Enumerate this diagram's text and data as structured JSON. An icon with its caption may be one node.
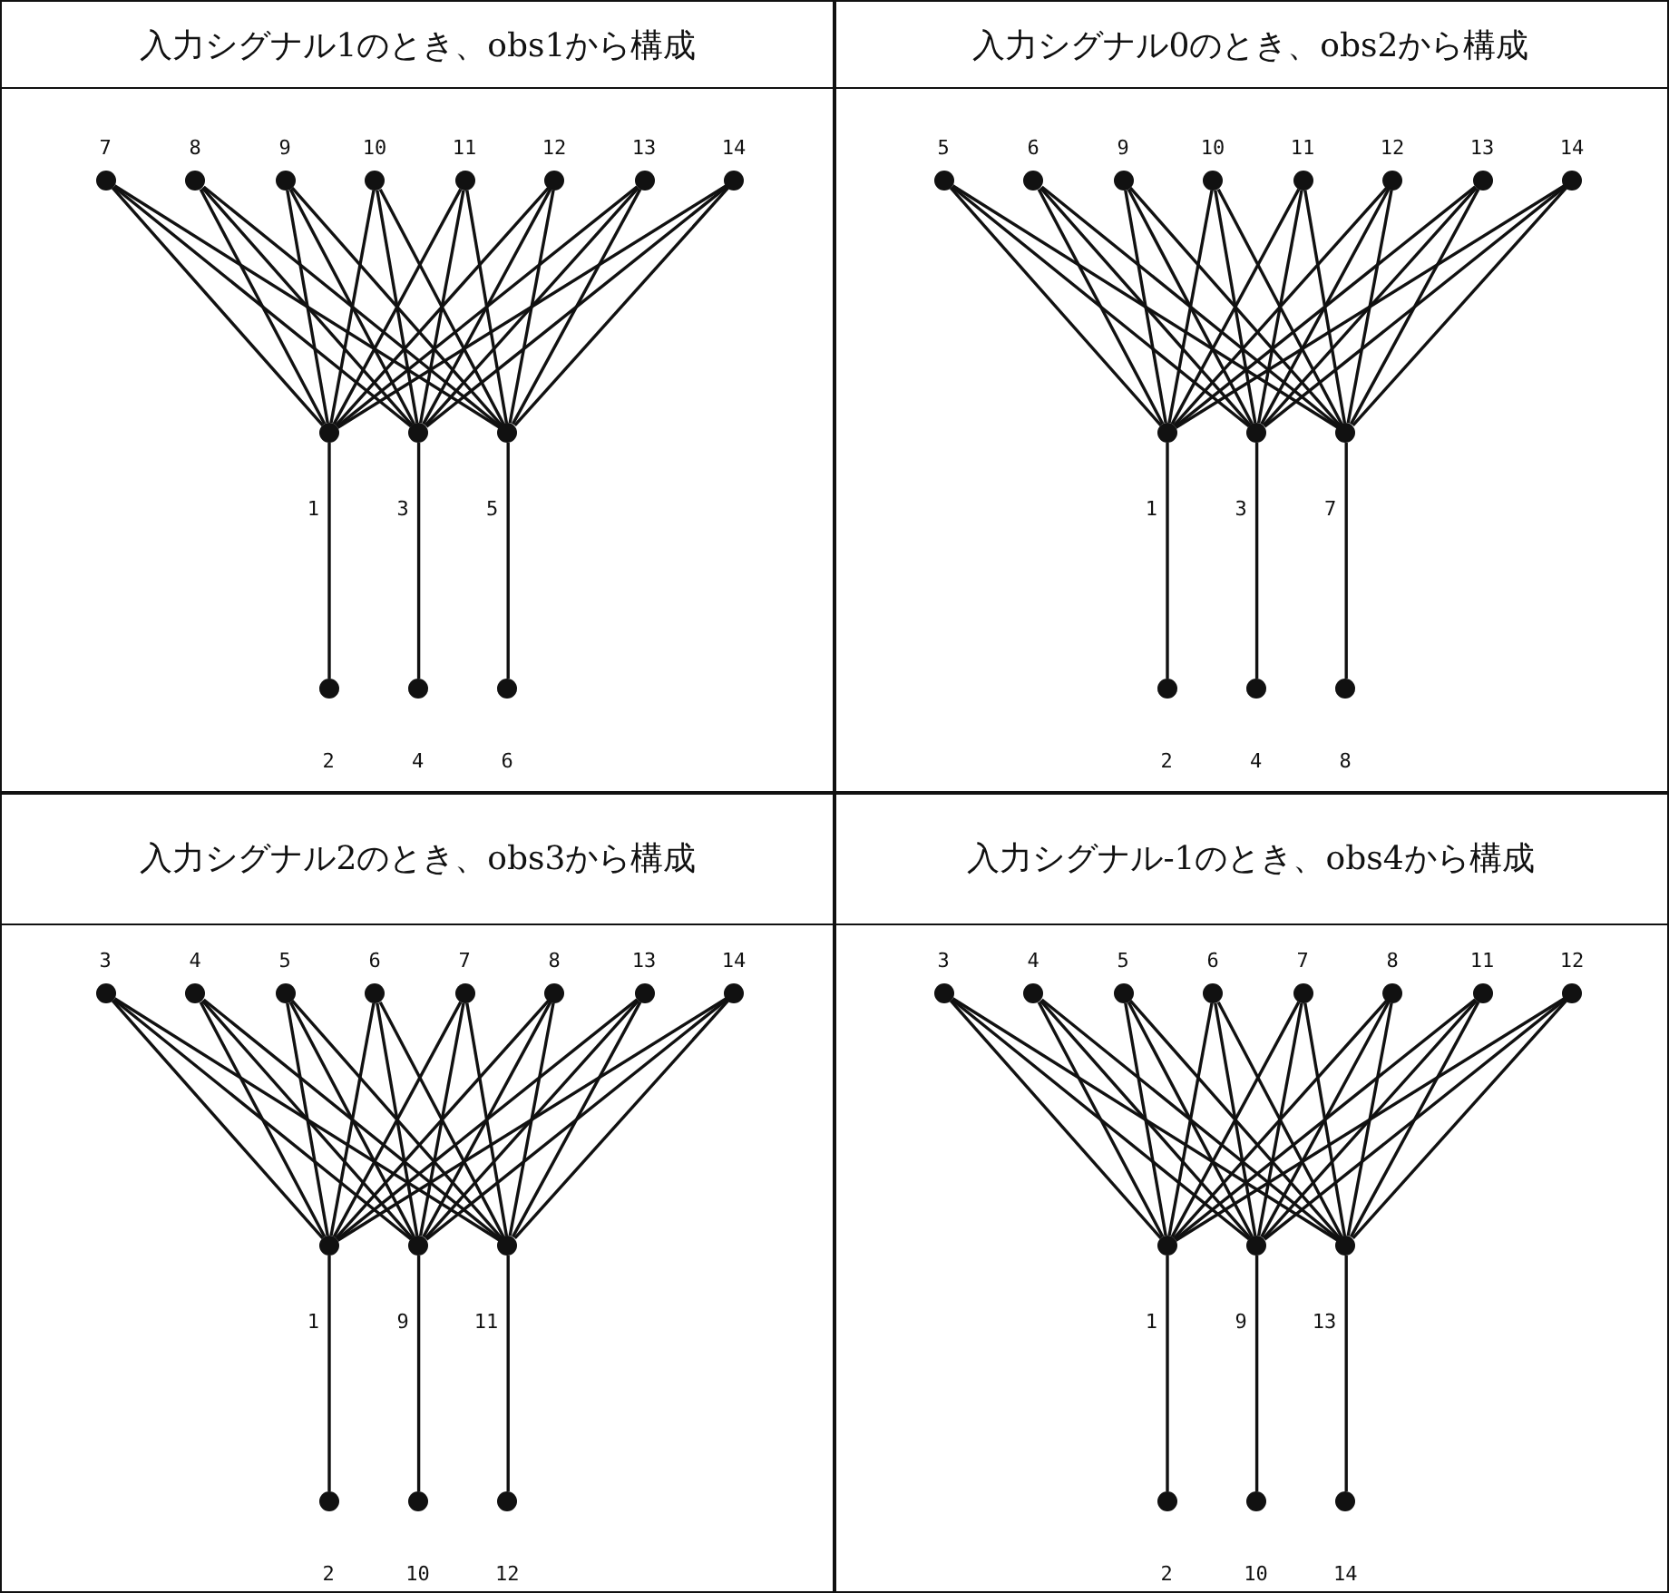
{
  "diagram": {
    "nodes": [
      {
        "text": [
          "入力シグナル1のとき、obs1から構成"
        ]
      },
      {
        "text": [],
        "shape": "circle",
        "beside": [
          "7"
        ],
        "in": 0
      },
      {
        "text": [],
        "shape": "circle",
        "beside": [
          "8"
        ],
        "in": 0
      },
      {
        "text": [],
        "shape": "circle",
        "beside": [
          "9"
        ],
        "in": 0
      },
      {
        "text": [],
        "shape": "circle",
        "beside": [
          "10"
        ],
        "in": 0
      },
      {
        "text": [],
        "shape": "circle",
        "beside": [
          "11"
        ],
        "in": 0
      },
      {
        "text": [],
        "shape": "circle",
        "beside": [
          "12"
        ],
        "in": 0
      },
      {
        "text": [],
        "shape": "circle",
        "beside": [
          "13"
        ],
        "in": 0
      },
      {
        "text": [],
        "shape": "circle",
        "beside": [
          "14"
        ],
        "in": 0
      },
      {
        "text": [],
        "shape": "circle",
        "beside": [
          "1"
        ],
        "in": 0
      },
      {
        "text": [],
        "shape": "circle",
        "beside": [
          "3"
        ],
        "in": 0
      },
      {
        "text": [],
        "shape": "circle",
        "beside": [
          "5"
        ],
        "in": 0
      },
      {
        "text": [],
        "shape": "circle",
        "beside": [
          "2"
        ],
        "in": 0
      },
      {
        "text": [],
        "shape": "circle",
        "beside": [
          "4"
        ],
        "in": 0
      },
      {
        "text": [],
        "shape": "circle",
        "beside": [
          "6"
        ],
        "in": 0
      },
      {
        "text": [
          "入力シグナル0のとき、obs2から構成"
        ]
      },
      {
        "text": [],
        "shape": "circle",
        "beside": [
          "5"
        ],
        "in": 15
      },
      {
        "text": [],
        "shape": "circle",
        "beside": [
          "6"
        ],
        "in": 15
      },
      {
        "text": [],
        "shape": "circle",
        "beside": [
          "9"
        ],
        "in": 15
      },
      {
        "text": [],
        "shape": "circle",
        "beside": [
          "10"
        ],
        "in": 15
      },
      {
        "text": [],
        "shape": "circle",
        "beside": [
          "11"
        ],
        "in": 15
      },
      {
        "text": [],
        "shape": "circle",
        "beside": [
          "12"
        ],
        "in": 15
      },
      {
        "text": [],
        "shape": "circle",
        "beside": [
          "13"
        ],
        "in": 15
      },
      {
        "text": [],
        "shape": "circle",
        "beside": [
          "14"
        ],
        "in": 15
      },
      {
        "text": [],
        "shape": "circle",
        "beside": [
          "1"
        ],
        "in": 15
      },
      {
        "text": [],
        "shape": "circle",
        "beside": [
          "3"
        ],
        "in": 15
      },
      {
        "text": [],
        "shape": "circle",
        "beside": [
          "7"
        ],
        "in": 15
      },
      {
        "text": [],
        "shape": "circle",
        "beside": [
          "2"
        ],
        "in": 15
      },
      {
        "text": [],
        "shape": "circle",
        "beside": [
          "4"
        ],
        "in": 15
      },
      {
        "text": [],
        "shape": "circle",
        "beside": [
          "8"
        ],
        "in": 15
      },
      {
        "text": [
          "入力シグナル2のとき、obs3から構成"
        ]
      },
      {
        "text": [],
        "shape": "circle",
        "beside": [
          "3"
        ],
        "in": 30
      },
      {
        "text": [],
        "shape": "circle",
        "beside": [
          "4"
        ],
        "in": 30
      },
      {
        "text": [],
        "shape": "circle",
        "beside": [
          "5"
        ],
        "in": 30
      },
      {
        "text": [],
        "shape": "circle",
        "beside": [
          "6"
        ],
        "in": 30
      },
      {
        "text": [],
        "shape": "circle",
        "beside": [
          "7"
        ],
        "in": 30
      },
      {
        "text": [],
        "shape": "circle",
        "beside": [
          "8"
        ],
        "in": 30
      },
      {
        "text": [],
        "shape": "circle",
        "beside": [
          "13"
        ],
        "in": 30
      },
      {
        "text": [],
        "shape": "circle",
        "beside": [
          "14"
        ],
        "in": 30
      },
      {
        "text": [],
        "shape": "circle",
        "beside": [
          "1"
        ],
        "in": 30
      },
      {
        "text": [],
        "shape": "circle",
        "beside": [
          "9"
        ],
        "in": 30
      },
      {
        "text": [],
        "shape": "circle",
        "beside": [
          "11"
        ],
        "in": 30
      },
      {
        "text": [],
        "shape": "circle",
        "beside": [
          "2"
        ],
        "in": 30
      },
      {
        "text": [],
        "shape": "circle",
        "beside": [
          "10"
        ],
        "in": 30
      },
      {
        "text": [],
        "shape": "circle",
        "beside": [
          "12"
        ],
        "in": 30
      },
      {
        "text": [
          "入力シグナル-1のとき、obs4から構成"
        ]
      },
      {
        "text": [],
        "shape": "circle",
        "beside": [
          "3"
        ],
        "in": 45
      },
      {
        "text": [],
        "shape": "circle",
        "beside": [
          "4"
        ],
        "in": 45
      },
      {
        "text": [],
        "shape": "circle",
        "beside": [
          "5"
        ],
        "in": 45
      },
      {
        "text": [],
        "shape": "circle",
        "beside": [
          "6"
        ],
        "in": 45
      },
      {
        "text": [],
        "shape": "circle",
        "beside": [
          "7"
        ],
        "in": 45
      },
      {
        "text": [],
        "shape": "circle",
        "beside": [
          "8"
        ],
        "in": 45
      },
      {
        "text": [],
        "shape": "circle",
        "beside": [
          "11"
        ],
        "in": 45
      },
      {
        "text": [],
        "shape": "circle",
        "beside": [
          "12"
        ],
        "in": 45
      },
      {
        "text": [],
        "shape": "circle",
        "beside": [
          "1"
        ],
        "in": 45
      },
      {
        "text": [],
        "shape": "circle",
        "beside": [
          "9"
        ],
        "in": 45
      },
      {
        "text": [],
        "shape": "circle",
        "beside": [
          "13"
        ],
        "in": 45
      },
      {
        "text": [],
        "shape": "circle",
        "beside": [
          "2"
        ],
        "in": 45
      },
      {
        "text": [],
        "shape": "circle",
        "beside": [
          "10"
        ],
        "in": 45
      },
      {
        "text": [],
        "shape": "circle",
        "beside": [
          "14"
        ],
        "in": 45
      }
    ],
    "edges": [
      {
        "from": 1,
        "to": 9,
        "arrow": "none"
      },
      {
        "from": 1,
        "to": 10,
        "arrow": "none"
      },
      {
        "from": 1,
        "to": 11,
        "arrow": "none"
      },
      {
        "from": 2,
        "to": 9,
        "arrow": "none"
      },
      {
        "from": 2,
        "to": 10,
        "arrow": "none"
      },
      {
        "from": 2,
        "to": 11,
        "arrow": "none"
      },
      {
        "from": 3,
        "to": 9,
        "arrow": "none"
      },
      {
        "from": 3,
        "to": 10,
        "arrow": "none"
      },
      {
        "from": 3,
        "to": 11,
        "arrow": "none"
      },
      {
        "from": 4,
        "to": 9,
        "arrow": "none"
      },
      {
        "from": 4,
        "to": 10,
        "arrow": "none"
      },
      {
        "from": 4,
        "to": 11,
        "arrow": "none"
      },
      {
        "from": 5,
        "to": 9,
        "arrow": "none"
      },
      {
        "from": 5,
        "to": 10,
        "arrow": "none"
      },
      {
        "from": 5,
        "to": 11,
        "arrow": "none"
      },
      {
        "from": 6,
        "to": 9,
        "arrow": "none"
      },
      {
        "from": 6,
        "to": 10,
        "arrow": "none"
      },
      {
        "from": 6,
        "to": 11,
        "arrow": "none"
      },
      {
        "from": 7,
        "to": 9,
        "arrow": "none"
      },
      {
        "from": 7,
        "to": 10,
        "arrow": "none"
      },
      {
        "from": 7,
        "to": 11,
        "arrow": "none"
      },
      {
        "from": 8,
        "to": 9,
        "arrow": "none"
      },
      {
        "from": 8,
        "to": 10,
        "arrow": "none"
      },
      {
        "from": 8,
        "to": 11,
        "arrow": "none"
      },
      {
        "from": 9,
        "to": 12,
        "arrow": "none"
      },
      {
        "from": 10,
        "to": 13,
        "arrow": "none"
      },
      {
        "from": 11,
        "to": 14,
        "arrow": "none"
      },
      {
        "from": 16,
        "to": 24,
        "arrow": "none"
      },
      {
        "from": 16,
        "to": 25,
        "arrow": "none"
      },
      {
        "from": 16,
        "to": 26,
        "arrow": "none"
      },
      {
        "from": 17,
        "to": 24,
        "arrow": "none"
      },
      {
        "from": 17,
        "to": 25,
        "arrow": "none"
      },
      {
        "from": 17,
        "to": 26,
        "arrow": "none"
      },
      {
        "from": 18,
        "to": 24,
        "arrow": "none"
      },
      {
        "from": 18,
        "to": 25,
        "arrow": "none"
      },
      {
        "from": 18,
        "to": 26,
        "arrow": "none"
      },
      {
        "from": 19,
        "to": 24,
        "arrow": "none"
      },
      {
        "from": 19,
        "to": 25,
        "arrow": "none"
      },
      {
        "from": 19,
        "to": 26,
        "arrow": "none"
      },
      {
        "from": 20,
        "to": 24,
        "arrow": "none"
      },
      {
        "from": 20,
        "to": 25,
        "arrow": "none"
      },
      {
        "from": 20,
        "to": 26,
        "arrow": "none"
      },
      {
        "from": 21,
        "to": 24,
        "arrow": "none"
      },
      {
        "from": 21,
        "to": 25,
        "arrow": "none"
      },
      {
        "from": 21,
        "to": 26,
        "arrow": "none"
      },
      {
        "from": 22,
        "to": 24,
        "arrow": "none"
      },
      {
        "from": 22,
        "to": 25,
        "arrow": "none"
      },
      {
        "from": 22,
        "to": 26,
        "arrow": "none"
      },
      {
        "from": 23,
        "to": 24,
        "arrow": "none"
      },
      {
        "from": 23,
        "to": 25,
        "arrow": "none"
      },
      {
        "from": 23,
        "to": 26,
        "arrow": "none"
      },
      {
        "from": 24,
        "to": 27,
        "arrow": "none"
      },
      {
        "from": 25,
        "to": 28,
        "arrow": "none"
      },
      {
        "from": 26,
        "to": 29,
        "arrow": "none"
      },
      {
        "from": 31,
        "to": 39,
        "arrow": "none"
      },
      {
        "from": 31,
        "to": 40,
        "arrow": "none"
      },
      {
        "from": 31,
        "to": 41,
        "arrow": "none"
      },
      {
        "from": 32,
        "to": 39,
        "arrow": "none"
      },
      {
        "from": 32,
        "to": 40,
        "arrow": "none"
      },
      {
        "from": 32,
        "to": 41,
        "arrow": "none"
      },
      {
        "from": 33,
        "to": 39,
        "arrow": "none"
      },
      {
        "from": 33,
        "to": 40,
        "arrow": "none"
      },
      {
        "from": 33,
        "to": 41,
        "arrow": "none"
      },
      {
        "from": 34,
        "to": 39,
        "arrow": "none"
      },
      {
        "from": 34,
        "to": 40,
        "arrow": "none"
      },
      {
        "from": 34,
        "to": 41,
        "arrow": "none"
      },
      {
        "from": 35,
        "to": 39,
        "arrow": "none"
      },
      {
        "from": 35,
        "to": 40,
        "arrow": "none"
      },
      {
        "from": 35,
        "to": 41,
        "arrow": "none"
      },
      {
        "from": 36,
        "to": 39,
        "arrow": "none"
      },
      {
        "from": 36,
        "to": 40,
        "arrow": "none"
      },
      {
        "from": 36,
        "to": 41,
        "arrow": "none"
      },
      {
        "from": 37,
        "to": 39,
        "arrow": "none"
      },
      {
        "from": 37,
        "to": 40,
        "arrow": "none"
      },
      {
        "from": 37,
        "to": 41,
        "arrow": "none"
      },
      {
        "from": 38,
        "to": 39,
        "arrow": "none"
      },
      {
        "from": 38,
        "to": 40,
        "arrow": "none"
      },
      {
        "from": 38,
        "to": 41,
        "arrow": "none"
      },
      {
        "from": 39,
        "to": 42,
        "arrow": "none"
      },
      {
        "from": 40,
        "to": 43,
        "arrow": "none"
      },
      {
        "from": 41,
        "to": 44,
        "arrow": "none"
      },
      {
        "from": 46,
        "to": 54,
        "arrow": "none"
      },
      {
        "from": 46,
        "to": 55,
        "arrow": "none"
      },
      {
        "from": 46,
        "to": 56,
        "arrow": "none"
      },
      {
        "from": 47,
        "to": 54,
        "arrow": "none"
      },
      {
        "from": 47,
        "to": 55,
        "arrow": "none"
      },
      {
        "from": 47,
        "to": 56,
        "arrow": "none"
      },
      {
        "from": 48,
        "to": 54,
        "arrow": "none"
      },
      {
        "from": 48,
        "to": 55,
        "arrow": "none"
      },
      {
        "from": 48,
        "to": 56,
        "arrow": "none"
      },
      {
        "from": 49,
        "to": 54,
        "arrow": "none"
      },
      {
        "from": 49,
        "to": 55,
        "arrow": "none"
      },
      {
        "from": 49,
        "to": 56,
        "arrow": "none"
      },
      {
        "from": 50,
        "to": 54,
        "arrow": "none"
      },
      {
        "from": 50,
        "to": 55,
        "arrow": "none"
      },
      {
        "from": 50,
        "to": 56,
        "arrow": "none"
      },
      {
        "from": 51,
        "to": 54,
        "arrow": "none"
      },
      {
        "from": 51,
        "to": 55,
        "arrow": "none"
      },
      {
        "from": 51,
        "to": 56,
        "arrow": "none"
      },
      {
        "from": 52,
        "to": 54,
        "arrow": "none"
      },
      {
        "from": 52,
        "to": 55,
        "arrow": "none"
      },
      {
        "from": 52,
        "to": 56,
        "arrow": "none"
      },
      {
        "from": 53,
        "to": 54,
        "arrow": "none"
      },
      {
        "from": 53,
        "to": 55,
        "arrow": "none"
      },
      {
        "from": 53,
        "to": 56,
        "arrow": "none"
      },
      {
        "from": 54,
        "to": 57,
        "arrow": "none"
      },
      {
        "from": 55,
        "to": 58,
        "arrow": "none"
      },
      {
        "from": 56,
        "to": 59,
        "arrow": "none"
      }
    ]
  }
}
